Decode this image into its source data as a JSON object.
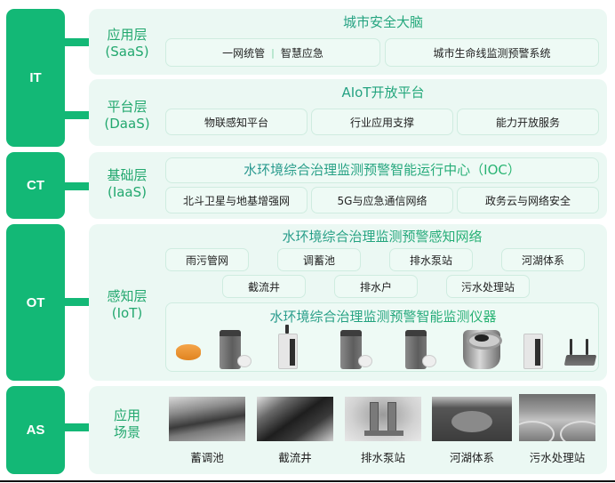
{
  "colors": {
    "tag_green": "#13b876",
    "panel_bg": "#ebf8f3",
    "box_border": "#cfece0",
    "label_green": "#23a86f",
    "title_gradient": [
      "#2a8f9a",
      "#21a67a",
      "#2dc268"
    ]
  },
  "tags": {
    "it": "IT",
    "ct": "CT",
    "ot": "OT",
    "as": "AS"
  },
  "saas": {
    "label_line1": "应用层",
    "label_line2": "(SaaS)",
    "title": "城市安全大脑",
    "box1_item1": "一网统管",
    "box1_sep": "|",
    "box1_item2": "智慧应急",
    "box2": "城市生命线监测预警系统"
  },
  "daas": {
    "label_line1": "平台层",
    "label_line2": "(DaaS)",
    "title": "AIoT开放平台",
    "items": [
      "物联感知平台",
      "行业应用支撑",
      "能力开放服务"
    ]
  },
  "iaas": {
    "label_line1": "基础层",
    "label_line2": "(IaaS)",
    "title": "水环境综合治理监测预警智能运行中心（IOC）",
    "items": [
      "北斗卫星与地基增强网",
      "5G与应急通信网络",
      "政务云与网络安全"
    ]
  },
  "iot": {
    "label_line1": "感知层",
    "label_line2": "(IoT)",
    "network_title": "水环境综合治理监测预警感知网络",
    "network_row1": [
      "雨污管网",
      "调蓄池",
      "排水泵站",
      "河湖体系"
    ],
    "network_row2": [
      "截流井",
      "排水户",
      "污水处理站"
    ],
    "instruments_title": "水环境综合治理监测预警智能监测仪器",
    "devices": [
      "orange-sensor-puck",
      "gray-tower-with-sensor",
      "white-box-with-antenna",
      "gray-tower-with-sensor",
      "gray-tower-with-probe",
      "cylinder-flow-meter",
      "white-box-meter",
      "wireless-router"
    ]
  },
  "scenes": {
    "label_line1": "应用",
    "label_line2": "场景",
    "items": [
      "蓄调池",
      "截流井",
      "排水泵站",
      "河湖体系",
      "污水处理站"
    ]
  }
}
